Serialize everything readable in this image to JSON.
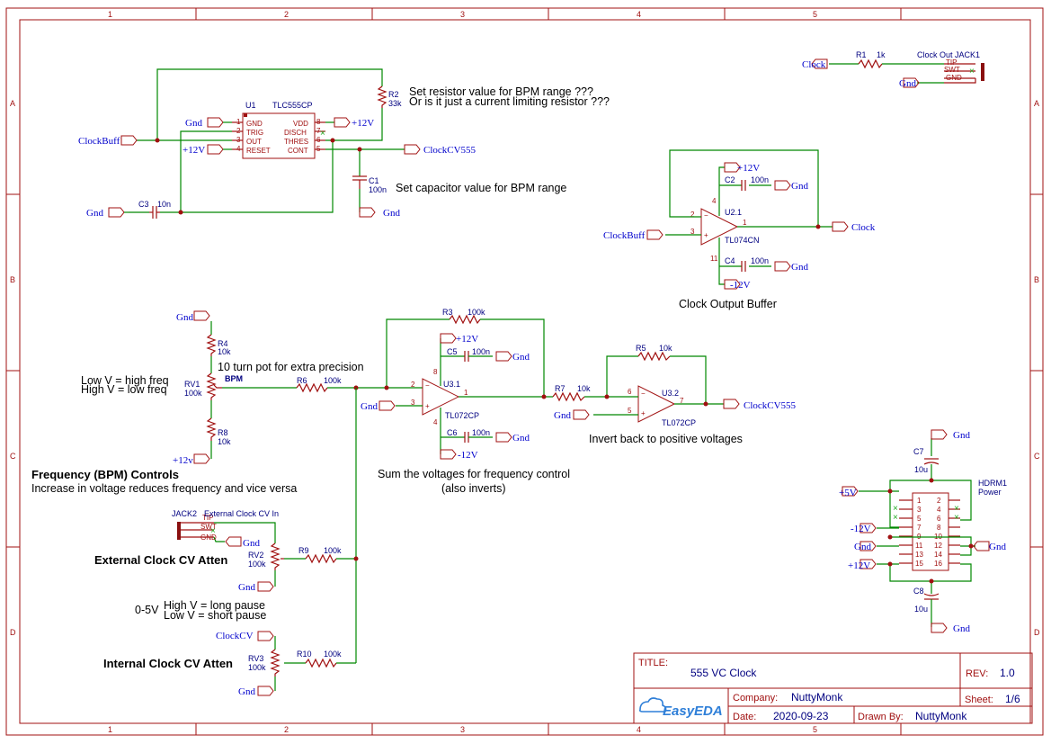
{
  "title_block": {
    "title_label": "TITLE:",
    "title": "555 VC Clock",
    "rev_label": "REV:",
    "rev": "1.0",
    "company_label": "Company:",
    "company": "NuttyMonk",
    "sheet_label": "Sheet:",
    "sheet": "1/6",
    "date_label": "Date:",
    "date": "2020-09-23",
    "drawn_label": "Drawn By:",
    "drawn_by": "NuttyMonk",
    "logo": "EasyEDA"
  },
  "grid": {
    "cols": [
      "1",
      "2",
      "3",
      "4",
      "5"
    ],
    "rows": [
      "A",
      "B",
      "C",
      "D"
    ]
  },
  "notes": {
    "r2_note1": "Set resistor value for BPM range ???",
    "r2_note2": "Or is it just a current limiting resistor ???",
    "c1_note": "Set capacitor value for BPM range",
    "buffer_note": "Clock Output Buffer",
    "pot_note": "10 turn pot for extra precision",
    "low_v": "Low V = high freq",
    "high_v": "High V = low freq",
    "freq_title": "Frequency (BPM) Controls",
    "freq_sub": "Increase in voltage reduces frequency and vice versa",
    "sum_note1": "Sum the voltages for frequency control",
    "sum_note2": "(also inverts)",
    "invert_note": "Invert back to positive voltages",
    "ext_atten": "External Clock CV Atten",
    "int_atten": "Internal Clock CV Atten",
    "range_05": "0-5V",
    "high_long": "High V = long pause",
    "low_short": "Low V = short pause"
  },
  "nets": {
    "clockbuff": "ClockBuff",
    "gnd": "Gnd",
    "p12": "+12V",
    "p12b": "+12v",
    "m12": "-12V",
    "p5": "+5V",
    "clock": "Clock",
    "clockcv555": "ClockCV555",
    "clockcv": "ClockCV"
  },
  "parts": {
    "u1": "U1",
    "u1_val": "TLC555CP",
    "u1_pins_left": [
      "GND",
      "TRIG",
      "OUT",
      "RESET"
    ],
    "u1_pins_right": [
      "VDD",
      "DISCH",
      "THRES",
      "CONT"
    ],
    "r1": "R1",
    "r1_val": "1k",
    "r2": "R2",
    "r2_val": "33k",
    "c1": "C1",
    "c1_val": "100n",
    "c2": "C2",
    "c2_val": "100n",
    "c3": "C3",
    "c3_val": "10n",
    "c4": "C4",
    "c4_val": "100n",
    "c5": "C5",
    "c5_val": "100n",
    "c6": "C6",
    "c6_val": "100n",
    "c7": "C7",
    "c7_val": "10u",
    "c8": "C8",
    "c8_val": "10u",
    "r3": "R3",
    "r3_val": "100k",
    "r4": "R4",
    "r4_val": "10k",
    "r5": "R5",
    "r5_val": "10k",
    "r6": "R6",
    "r6_val": "100k",
    "r7": "R7",
    "r7_val": "10k",
    "r8": "R8",
    "r8_val": "10k",
    "r9": "R9",
    "r9_val": "100k",
    "r10": "R10",
    "r10_val": "100k",
    "rv1": "RV1",
    "rv1_val": "100k",
    "rv1_name": "BPM",
    "rv2": "RV2",
    "rv2_val": "100k",
    "rv3": "RV3",
    "rv3_val": "100k",
    "u2": "U2.1",
    "u2_val": "TL074CN",
    "u3a": "U3.1",
    "u3a_val": "TL072CP",
    "u3b": "U3.2",
    "u3b_val": "TL072CP",
    "jack1": "Clock Out JACK1",
    "jack2": "JACK2",
    "jack2_name": "External Clock CV In",
    "jack_tip": "TIP",
    "jack_swt": "SWT",
    "jack_gnd": "GND",
    "hdr": "HDRM1",
    "hdr_name": "Power",
    "hdr_pins_left": [
      "1",
      "3",
      "5",
      "7",
      "9",
      "11",
      "13",
      "15"
    ],
    "hdr_pins_right": [
      "2",
      "4",
      "6",
      "8",
      "10",
      "12",
      "14",
      "16"
    ]
  },
  "pin_numbers": {
    "u1_left": [
      "1",
      "2",
      "3",
      "4"
    ],
    "u1_right": [
      "8",
      "7",
      "6",
      "5"
    ],
    "u2": [
      "2",
      "3",
      "1",
      "4",
      "11"
    ],
    "u3a": [
      "2",
      "3",
      "1",
      "8",
      "4"
    ],
    "u3b": [
      "6",
      "5",
      "7"
    ]
  }
}
